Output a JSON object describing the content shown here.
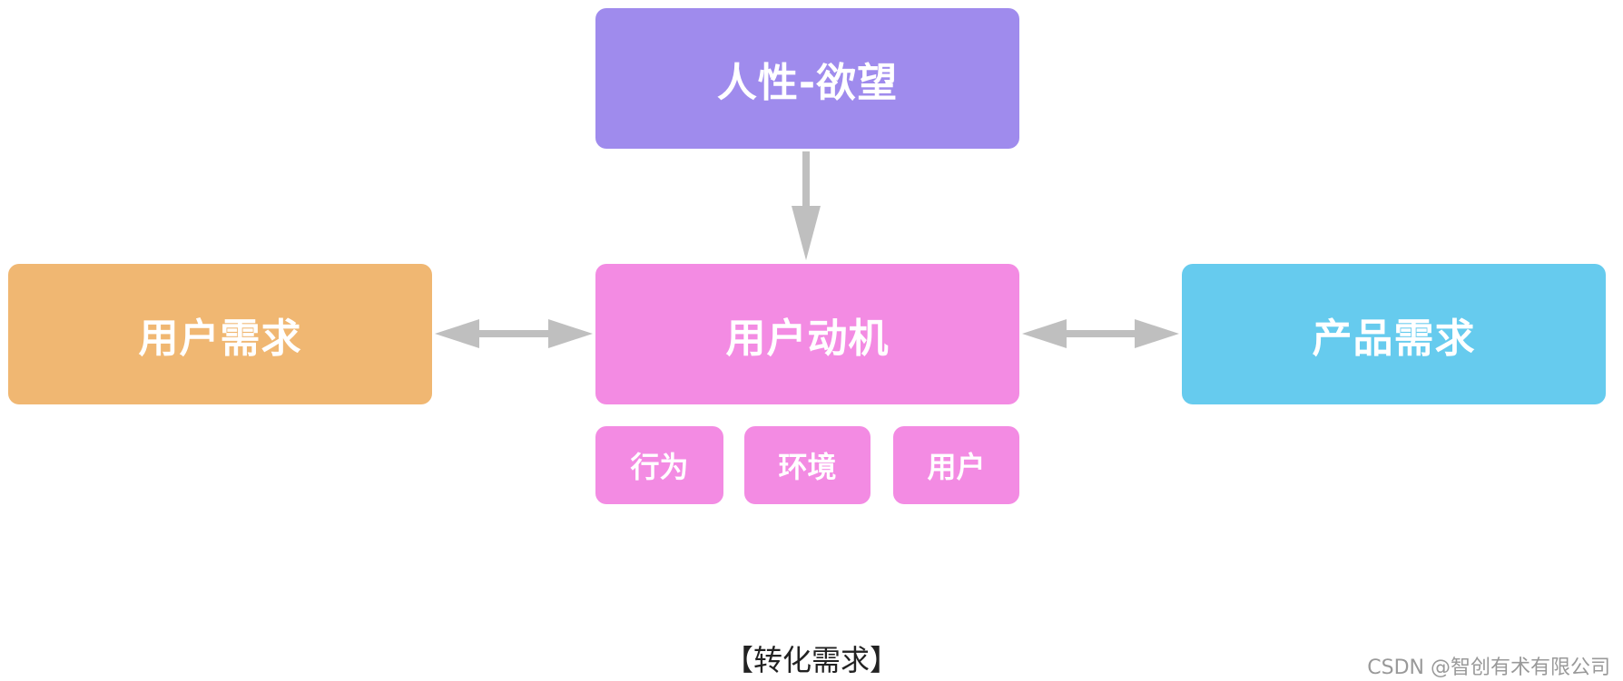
{
  "nodes": {
    "desire": "人性-欲望",
    "motive": "用户动机",
    "user_need": "用户需求",
    "product_need": "产品需求"
  },
  "tags": {
    "behavior": "行为",
    "environment": "环境",
    "user": "用户"
  },
  "caption": "【转化需求】",
  "watermark": "CSDN @智创有术有限公司",
  "colors": {
    "desire": "#9f8bed",
    "motive": "#f38be3",
    "user_need": "#f0b772",
    "product_need": "#66cbee",
    "arrow": "#bfbfbf"
  }
}
